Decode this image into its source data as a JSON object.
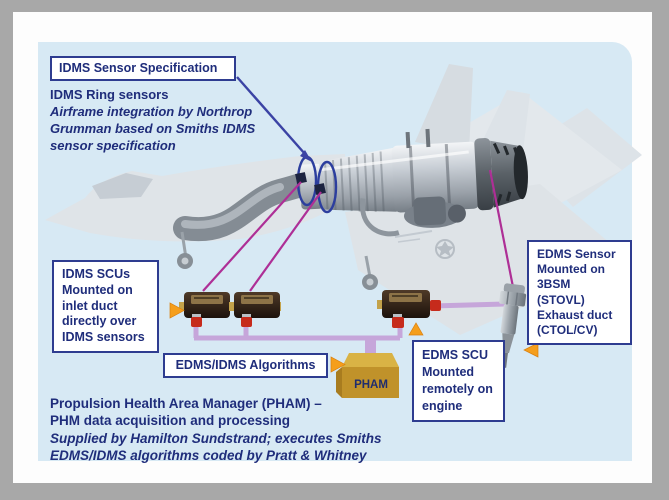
{
  "diagram": {
    "title_box": {
      "label": "IDMS Sensor Specification"
    },
    "ring_note": {
      "heading": "IDMS Ring sensors",
      "lines": [
        "Airframe integration by Northrop",
        "Grumman based on Smiths IDMS",
        "sensor specification"
      ]
    },
    "boxes": {
      "idms_scus": {
        "lines": [
          "IDMS SCUs",
          "Mounted on",
          "inlet duct",
          "directly over",
          "IDMS sensors"
        ]
      },
      "algorithms": {
        "label": "EDMS/IDMS Algorithms"
      },
      "edms_scu": {
        "lines": [
          "EDMS SCU",
          "Mounted",
          "remotely on",
          "engine"
        ]
      },
      "edms_sensor": {
        "lines": [
          "EDMS Sensor",
          "Mounted on",
          "3BSM",
          "(STOVL)",
          "Exhaust duct",
          "(CTOL/CV)"
        ]
      }
    },
    "pham": {
      "label": "PHAM"
    },
    "footer": {
      "bold_lines": [
        "Propulsion Health Area Manager (PHAM) –",
        "PHM data acquisition and processing"
      ],
      "italic_lines": [
        "Supplied by Hamilton Sundstrand; executes Smiths",
        "EDMS/IDMS algorithms coded by Pratt & Whitney"
      ]
    },
    "colors": {
      "frame_gray": "#a8a8a8",
      "panel_blue": "#d7e9f4",
      "navy_text": "#1f2d7b",
      "box_border": "#2e3c90",
      "callout_arrow_blue": "#3b43a4",
      "sensor_line_magenta": "#ae2f96",
      "bus_lavender": "#c6a6da",
      "pointer_orange": "#f59e1b",
      "pham_gold": "#c0922a"
    }
  }
}
